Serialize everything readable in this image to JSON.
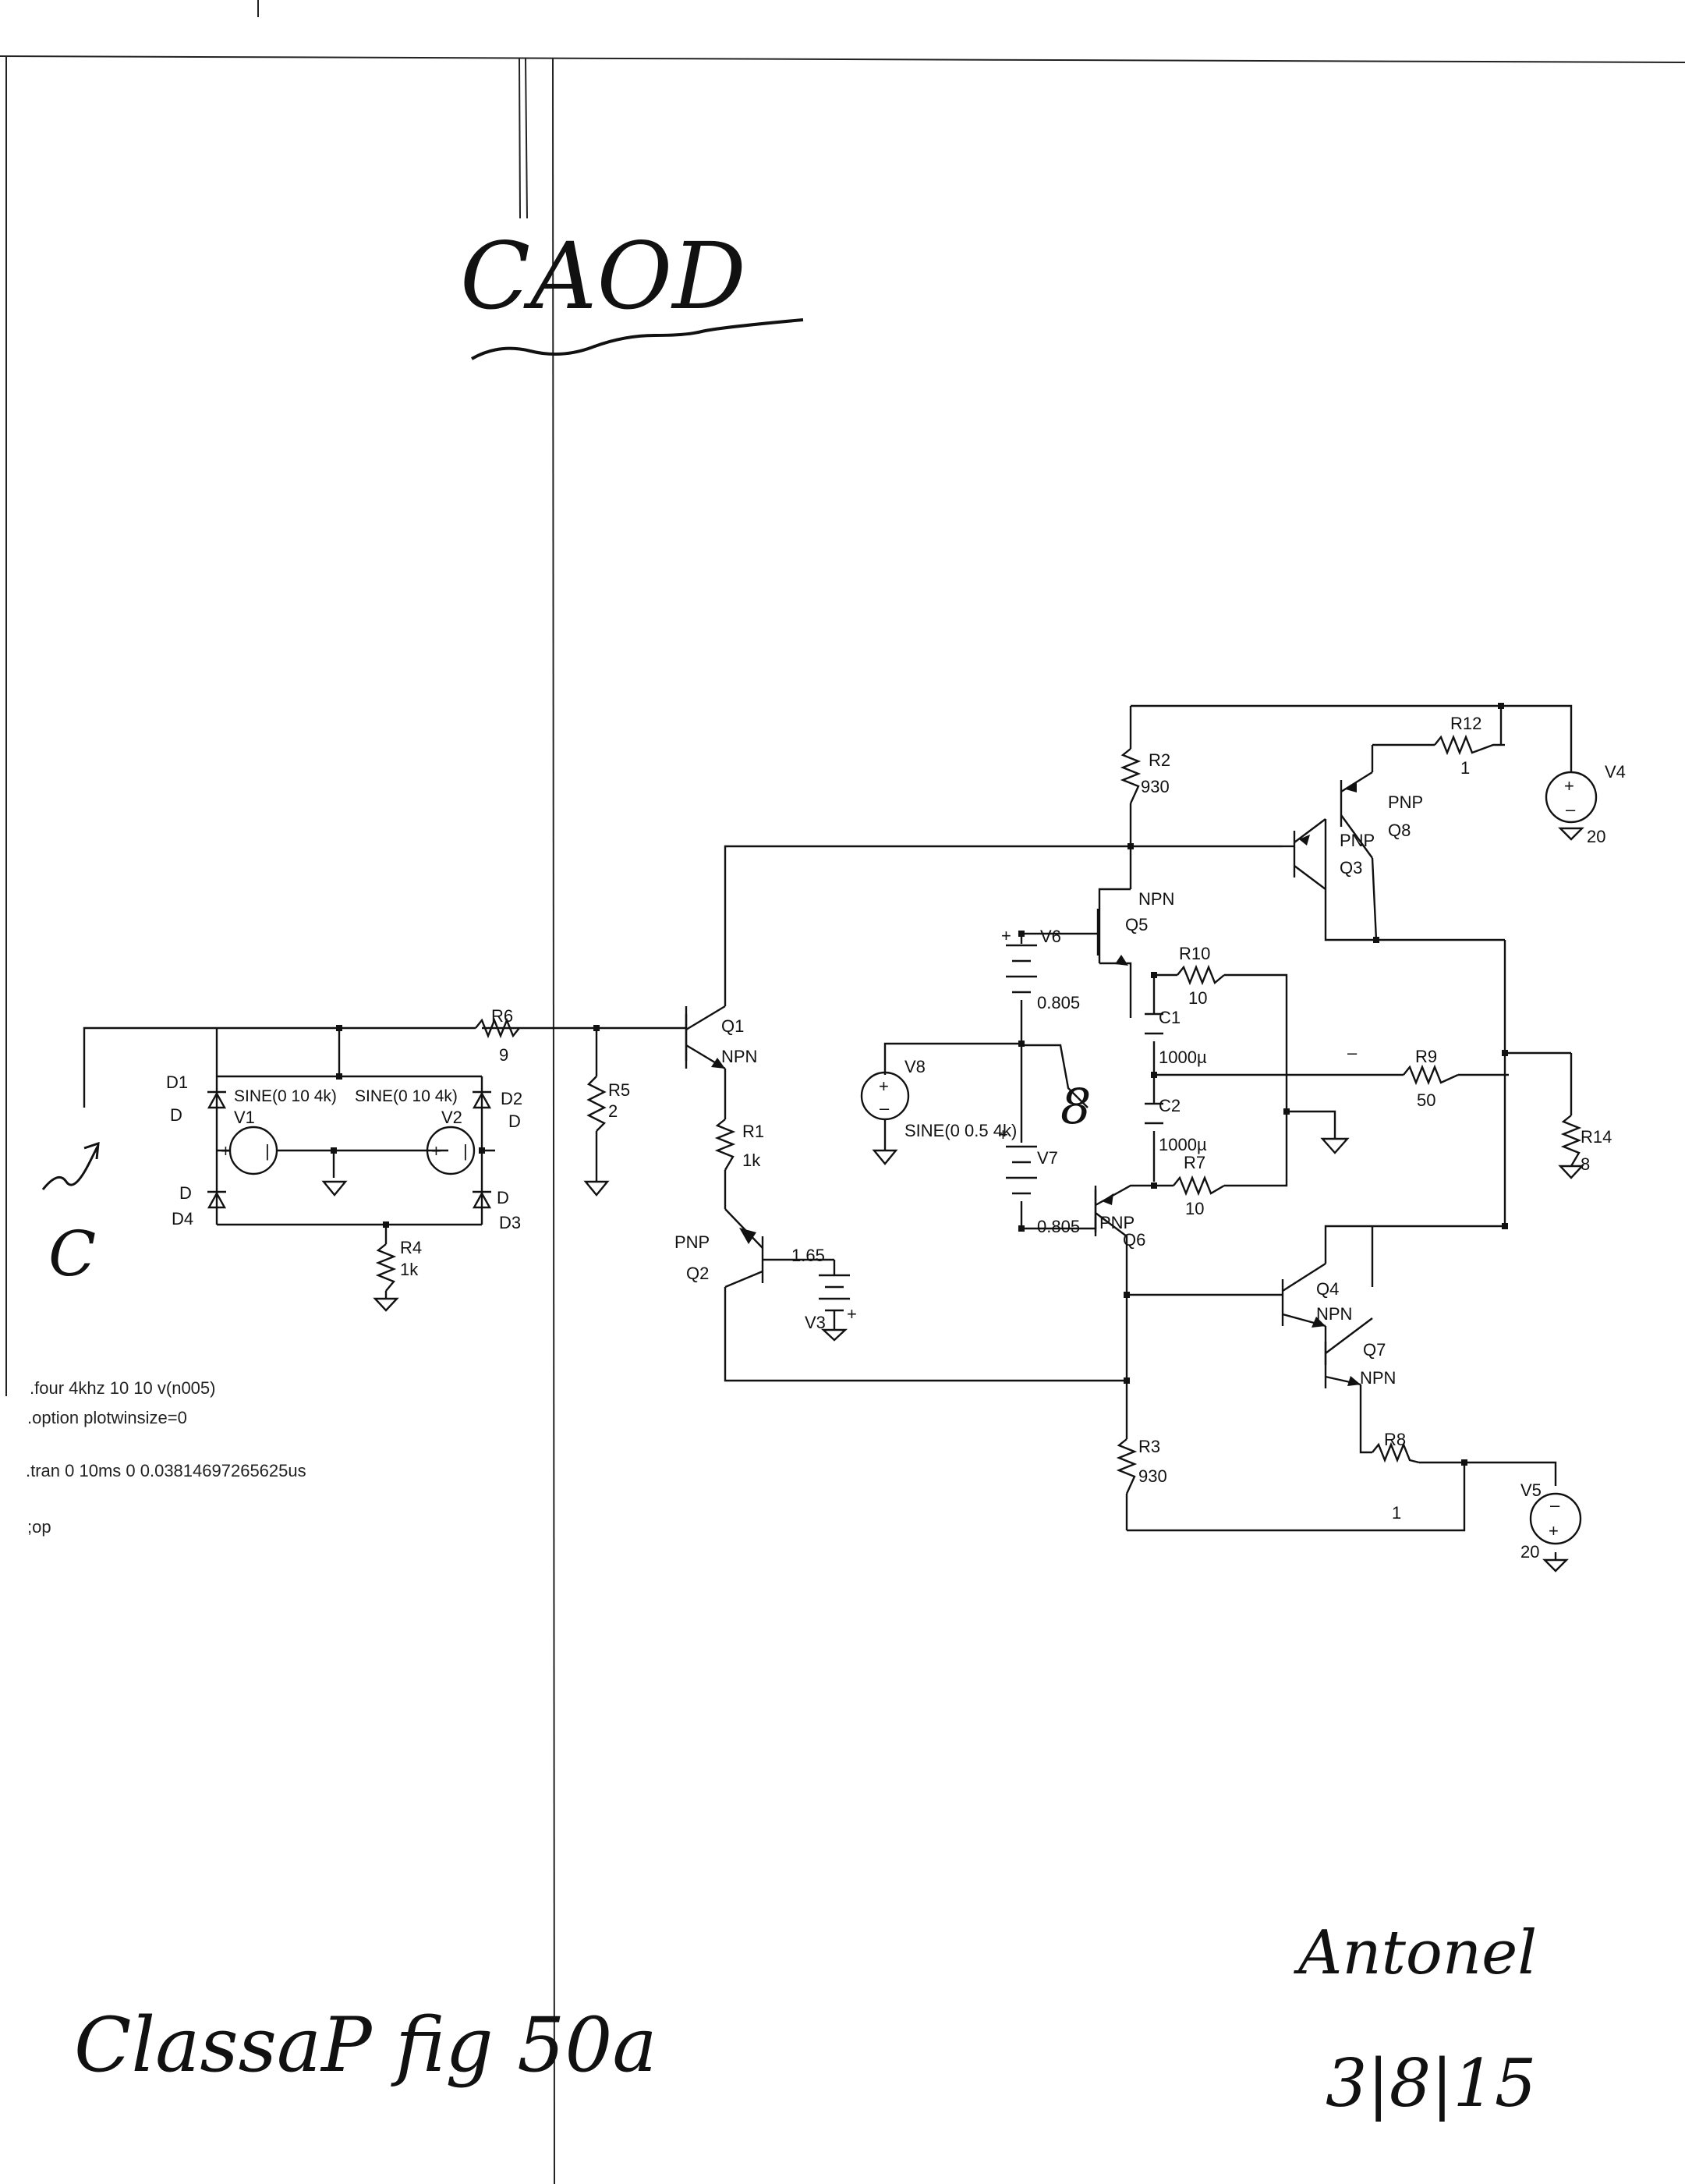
{
  "handwriting": {
    "title": "CAOD",
    "arrow_letter": "C",
    "caption": "ClassaP fig 50a",
    "signature": "Antonel",
    "date": "3|8|15",
    "node_mark": "8"
  },
  "labels": {
    "r6": {
      "ref": "R6",
      "value": "9"
    },
    "r5": {
      "ref": "R5",
      "value": "2"
    },
    "r4": {
      "ref": "R4",
      "value": "1k"
    },
    "r1": {
      "ref": "R1",
      "value": "1k"
    },
    "r2": {
      "ref": "R2",
      "value": "930"
    },
    "r3": {
      "ref": "R3",
      "value": "930"
    },
    "r7": {
      "ref": "R7",
      "value": "10"
    },
    "r8": {
      "ref": "R8",
      "value": "1"
    },
    "r9": {
      "ref": "R9",
      "value": "50"
    },
    "r10": {
      "ref": "R10",
      "value": "10"
    },
    "r12": {
      "ref": "R12",
      "value": "1"
    },
    "r14": {
      "ref": "R14",
      "value": "8"
    },
    "c1": {
      "ref": "C1",
      "value": "1000µ"
    },
    "c2": {
      "ref": "C2",
      "value": "1000µ"
    },
    "d1": {
      "ref": "D1",
      "model": "D"
    },
    "d2": {
      "ref": "D2",
      "model": "D"
    },
    "d3": {
      "ref": "D3",
      "model": "D"
    },
    "d4": {
      "ref": "D4",
      "model": "D"
    },
    "v1": {
      "ref": "V1",
      "value": "SINE(0 10 4k)"
    },
    "v2": {
      "ref": "V2",
      "value": "SINE(0 10 4k)"
    },
    "v3": {
      "ref": "V3",
      "value": "1.65"
    },
    "v4": {
      "ref": "V4",
      "value": "20"
    },
    "v5": {
      "ref": "V5",
      "value": "20"
    },
    "v6": {
      "ref": "V6",
      "value": "0.805"
    },
    "v7": {
      "ref": "V7",
      "value": "0.805"
    },
    "v8": {
      "ref": "V8",
      "value": "SINE(0 0.5 4k)"
    },
    "q1": {
      "ref": "Q1",
      "type": "NPN"
    },
    "q2": {
      "ref": "Q2",
      "type": "PNP"
    },
    "q3": {
      "ref": "Q3",
      "type": "PNP"
    },
    "q4": {
      "ref": "Q4",
      "type": "NPN"
    },
    "q5": {
      "ref": "Q5",
      "type": "NPN"
    },
    "q6": {
      "ref": "Q6",
      "type": "PNP"
    },
    "q7": {
      "ref": "Q7",
      "type": "NPN"
    },
    "q8": {
      "ref": "Q8",
      "type": "PNP"
    }
  },
  "directives": [
    ".four 4khz 10 10 v(n005)",
    ".option plotwinsize=0",
    ".tran 0 10ms 0 0.03814697265625us",
    ";op"
  ]
}
